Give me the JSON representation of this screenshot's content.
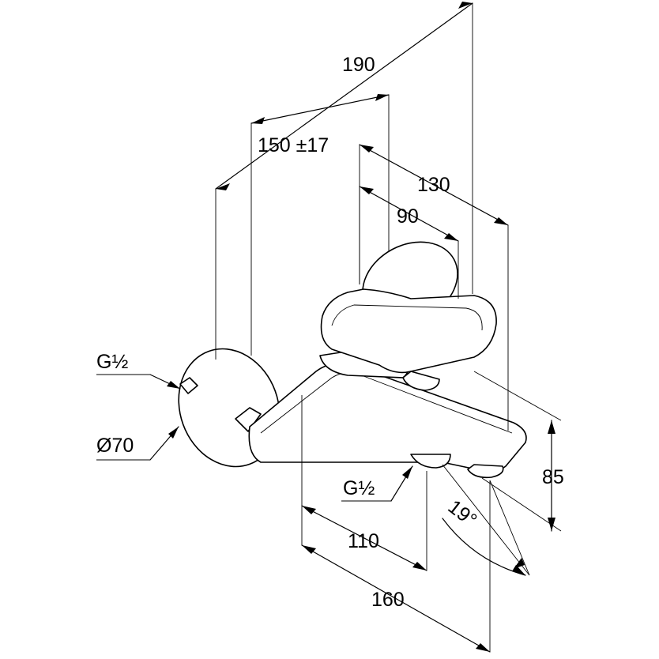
{
  "dimensions": {
    "overall_width": "190",
    "wall_offset": "150 ±17",
    "spout_depth": "130",
    "handle_depth": "90",
    "thread_top": "G½",
    "flange_diameter": "Ø70",
    "thread_bottom": "G½",
    "height": "85",
    "angle": "19°",
    "outlet_distance": "110",
    "total_length": "160"
  },
  "colors": {
    "line": "#000000",
    "background": "#ffffff"
  }
}
